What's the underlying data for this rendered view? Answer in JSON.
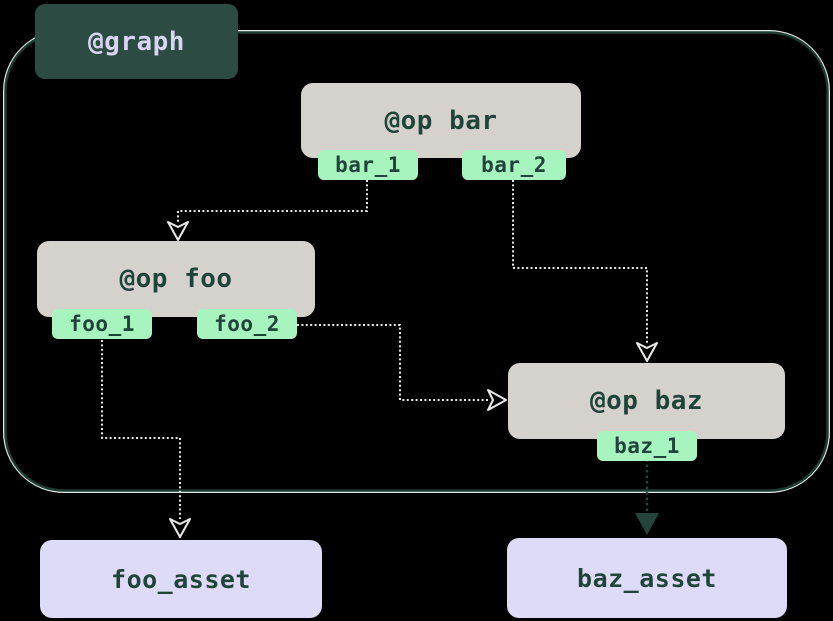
{
  "diagram": {
    "graph_label": "@graph",
    "ops": [
      {
        "id": "bar",
        "title": "@op bar",
        "outputs": [
          "bar_1",
          "bar_2"
        ]
      },
      {
        "id": "foo",
        "title": "@op foo",
        "outputs": [
          "foo_1",
          "foo_2"
        ]
      },
      {
        "id": "baz",
        "title": "@op baz",
        "outputs": [
          "baz_1"
        ]
      }
    ],
    "assets": [
      {
        "id": "foo_asset",
        "label": "foo_asset"
      },
      {
        "id": "baz_asset",
        "label": "baz_asset"
      }
    ],
    "edges": [
      {
        "from": "bar.bar_1",
        "to": "foo",
        "style": "light-dotted"
      },
      {
        "from": "bar.bar_2",
        "to": "baz",
        "style": "light-dotted"
      },
      {
        "from": "foo.foo_2",
        "to": "baz",
        "style": "light-dotted"
      },
      {
        "from": "foo.foo_1",
        "to": "foo_asset",
        "style": "light-dotted"
      },
      {
        "from": "baz.baz_1",
        "to": "baz_asset",
        "style": "dark-dotted"
      }
    ],
    "colors": {
      "background": "#000000",
      "graph_badge": "#2b4b43",
      "graph_border": "#1d3c34",
      "graph_border_halo": "#ffffff",
      "op_fill": "#d5d2ce",
      "output_tag": "#a7f4bf",
      "asset_fill": "#dedbf8",
      "text_dark": "#20443a",
      "text_light": "#d8d5f2",
      "edge_light": "#e9e9e7",
      "edge_dark": "#25443b"
    }
  }
}
